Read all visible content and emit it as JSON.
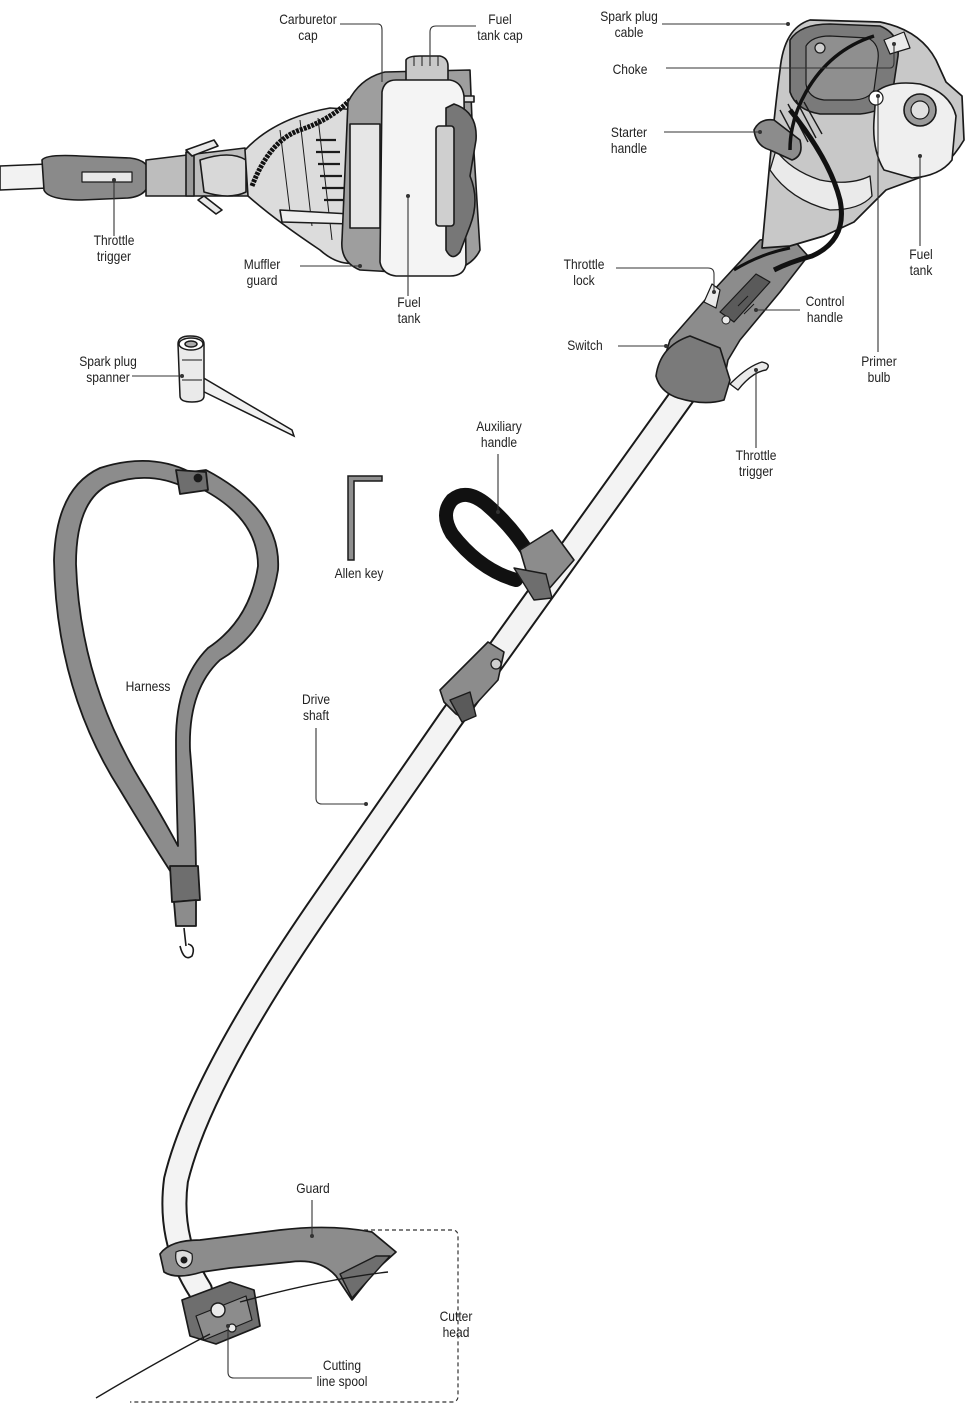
{
  "colors": {
    "outline": "#1a1a1a",
    "body_light": "#efefef",
    "body_mid": "#c8c8c8",
    "body_dark": "#777777",
    "grip_black": "#111111",
    "leader": "#333333"
  },
  "labels": {
    "carburetor_cap": [
      "Carburetor",
      "cap"
    ],
    "fuel_tank_cap": [
      "Fuel",
      "tank cap"
    ],
    "throttle_trigger_top": [
      "Throttle",
      "trigger"
    ],
    "muffler_guard": [
      "Muffler",
      "guard"
    ],
    "fuel_tank_top": [
      "Fuel",
      "tank"
    ],
    "spark_plug_cable": [
      "Spark plug",
      "cable"
    ],
    "choke": [
      "Choke"
    ],
    "starter_handle": [
      "Starter",
      "handle"
    ],
    "fuel_tank_engine": [
      "Fuel",
      "tank"
    ],
    "throttle_lock": [
      "Throttle",
      "lock"
    ],
    "control_handle": [
      "Control",
      "handle"
    ],
    "switch": [
      "Switch"
    ],
    "primer_bulb": [
      "Primer",
      "bulb"
    ],
    "throttle_trigger_main": [
      "Throttle",
      "trigger"
    ],
    "spark_plug_spanner": [
      "Spark plug",
      "spanner"
    ],
    "auxiliary_handle": [
      "Auxiliary",
      "handle"
    ],
    "allen_key": [
      "Allen key"
    ],
    "harness": [
      "Harness"
    ],
    "drive_shaft": [
      "Drive",
      "shaft"
    ],
    "guard": [
      "Guard"
    ],
    "cutter_head": [
      "Cutter",
      "head"
    ],
    "cutting_line_spool": [
      "Cutting",
      "line spool"
    ]
  }
}
